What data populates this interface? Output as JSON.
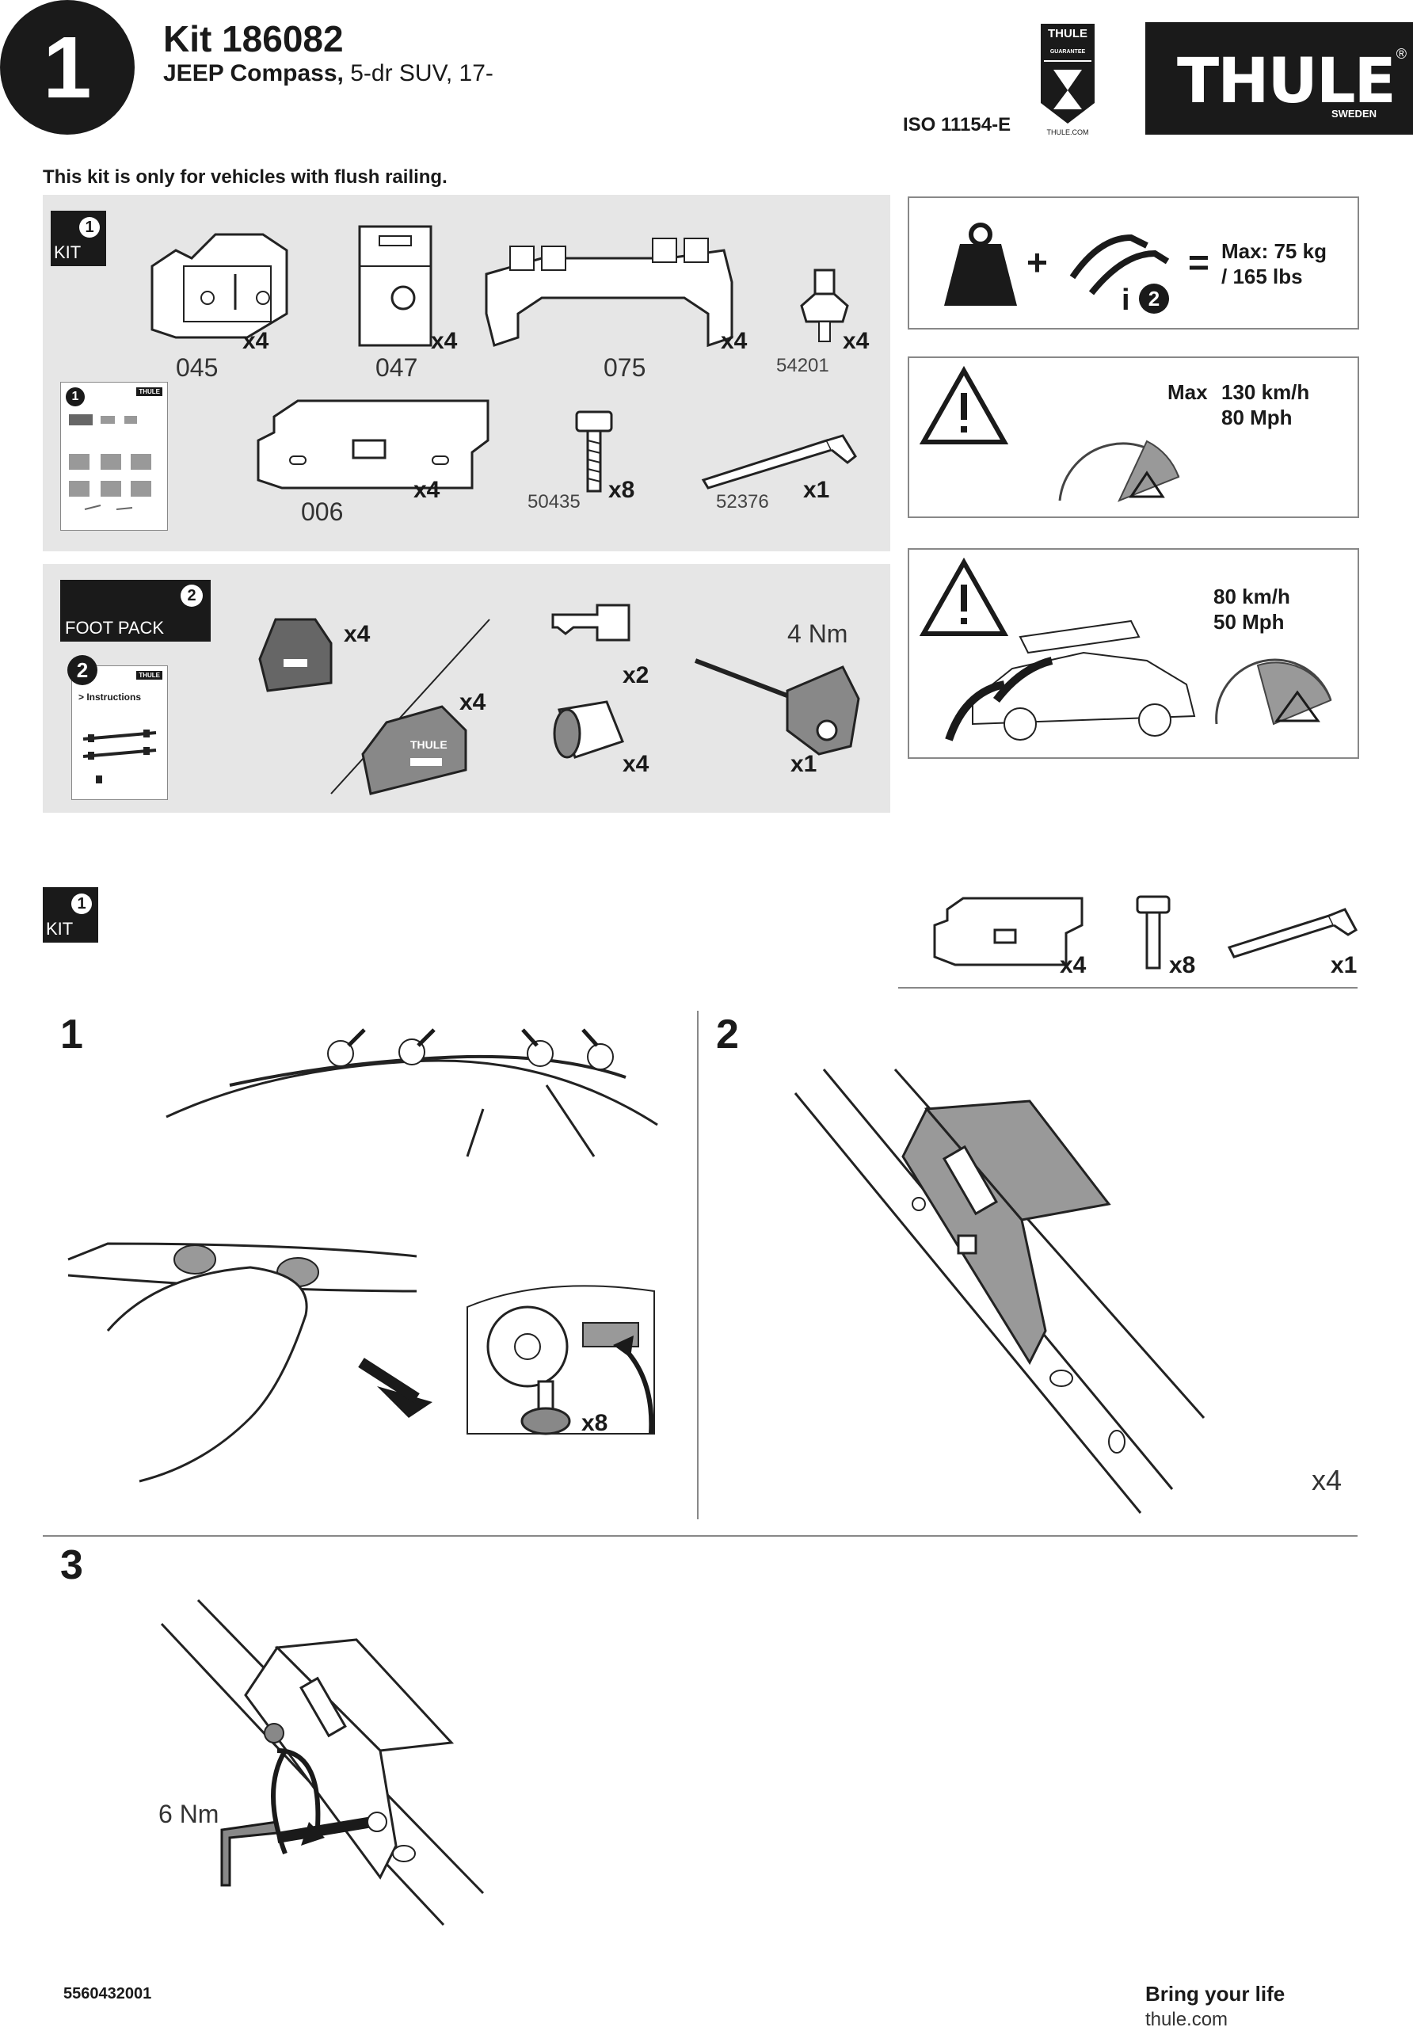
{
  "header": {
    "step_number": "1",
    "kit_title": "Kit 186082",
    "vehicle_make": "JEEP Compass,",
    "vehicle_desc": " 5-dr SUV, 17-",
    "iso": "ISO 11154-E",
    "guarantee_badge_top": "THULE",
    "guarantee_badge_mid": "GUARANTEE",
    "guarantee_badge_bottom": "THULE.COM",
    "logo_text": "THULE",
    "logo_reg": "®",
    "logo_sub": "SWEDEN"
  },
  "notice": "This kit is only for vehicles with flush railing.",
  "kit_panel": {
    "badge_num": "1",
    "badge_label": "KIT",
    "parts": [
      {
        "code": "045",
        "qty": "x4"
      },
      {
        "code": "047",
        "qty": "x4"
      },
      {
        "code": "075",
        "qty": "x4"
      },
      {
        "code": "54201",
        "qty": "x4"
      },
      {
        "code": "006",
        "qty": "x4"
      },
      {
        "code": "50435",
        "qty": "x8"
      },
      {
        "code": "52376",
        "qty": "x1"
      }
    ],
    "manual_num": "1",
    "manual_logo": "THULE"
  },
  "foot_panel": {
    "badge_num": "2",
    "badge_label": "FOOT PACK",
    "manual_num": "2",
    "manual_logo": "THULE",
    "manual_text": "> Instructions",
    "foot_qty_1": "x4",
    "foot_qty_2": "x4",
    "foot_brand": "THULE",
    "key_qty": "x2",
    "lock_qty": "x4",
    "tool_torque": "4 Nm",
    "tool_qty": "x1"
  },
  "load_box": {
    "plus": "+",
    "info_num": "2",
    "equals": "=",
    "max_line1": "Max: 75 kg",
    "max_line2": "/ 165 lbs"
  },
  "speed_box": {
    "label": "Max",
    "kmh": "130 km/h",
    "mph": "80 Mph"
  },
  "speed_box2": {
    "kmh": "80 km/h",
    "mph": "50 Mph"
  },
  "kit_section": {
    "badge_num": "1",
    "badge_label": "KIT",
    "parts": [
      {
        "qty": "x4"
      },
      {
        "qty": "x8"
      },
      {
        "qty": "x1"
      }
    ]
  },
  "steps": [
    {
      "num": "1",
      "screw_qty": "x8"
    },
    {
      "num": "2",
      "repeat": "x4"
    },
    {
      "num": "3",
      "torque": "6 Nm"
    }
  ],
  "footer": {
    "code": "5560432001",
    "tagline": "Bring your life",
    "url": "thule.com"
  }
}
